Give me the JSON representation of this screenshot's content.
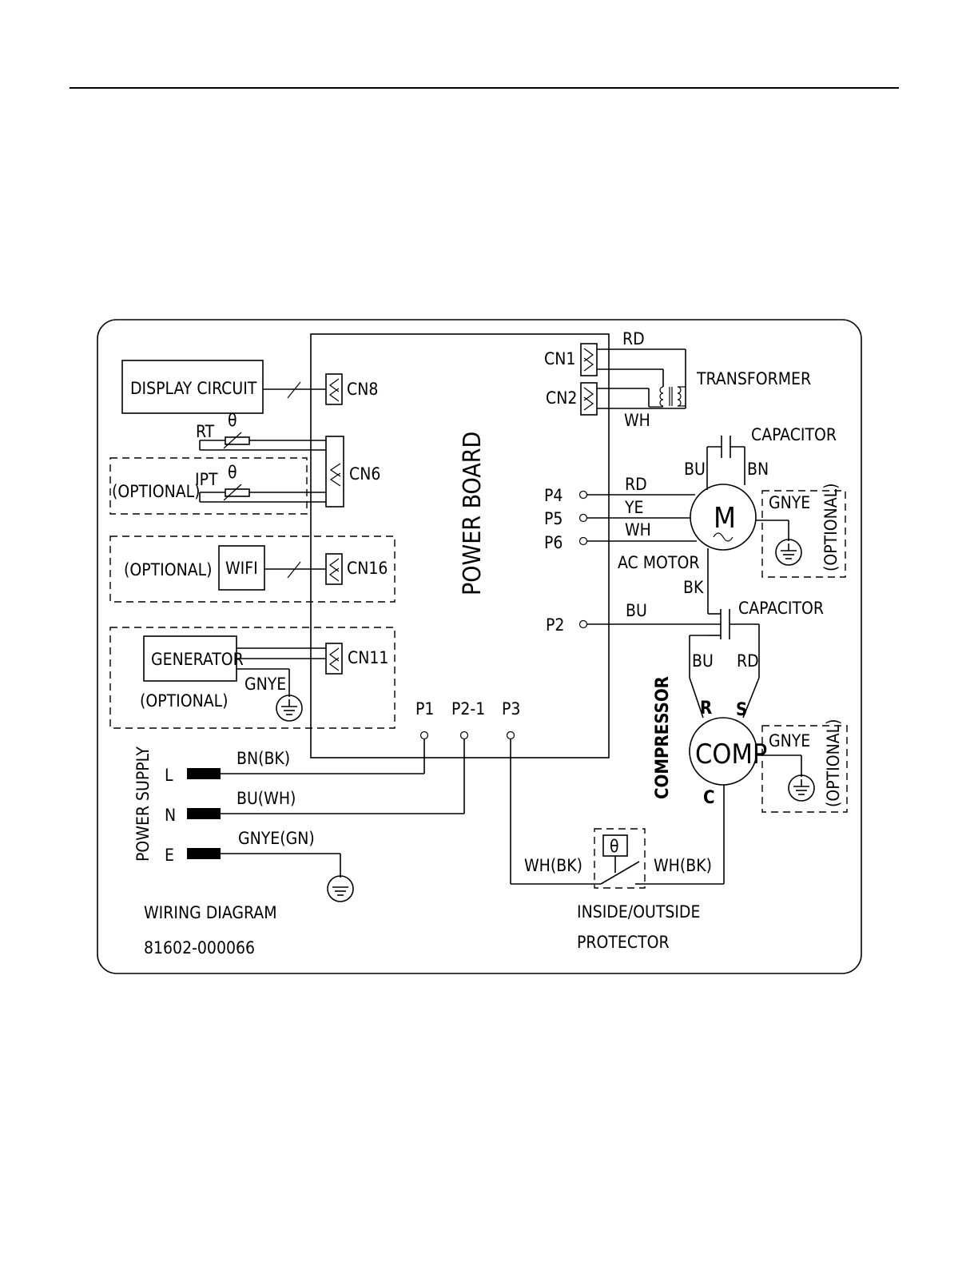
{
  "labels": {
    "display_circuit": "DISPLAY CIRCUIT",
    "cn8": "CN8",
    "rt": "RT",
    "theta": "θ",
    "ipt": "IPT",
    "cn6": "CN6",
    "optional_paren": "(OPTIONAL)",
    "wifi": "WIFI",
    "cn16": "CN16",
    "generator": "GENERATOR",
    "cn11": "CN11",
    "gnye": "GNYE",
    "power_board": "POWER BOARD",
    "cn1": "CN1",
    "cn2": "CN2",
    "rd": "RD",
    "wh": "WH",
    "transformer": "TRANSFORMER",
    "capacitor": "CAPACITOR",
    "bu": "BU",
    "bn": "BN",
    "p4": "P4",
    "p5": "P5",
    "p6": "P6",
    "ye": "YE",
    "m": "M",
    "optional_bracket": "(OPTIONAL)",
    "ac_motor": "AC MOTOR",
    "bk": "BK",
    "p2": "P2",
    "compressor": "COMPRESSOR",
    "r": "R",
    "s": "S",
    "comp": "COMP",
    "c": "C",
    "p1": "P1",
    "p2_1": "P2-1",
    "p3": "P3",
    "power_supply": "POWER SUPPLY",
    "l": "L",
    "n": "N",
    "e": "E",
    "bn_bk": "BN(BK)",
    "bu_wh": "BU(WH)",
    "gnye_gn": "GNYE(GN)",
    "wh_bk": "WH(BK)",
    "protector_line1": "INSIDE/OUTSIDE",
    "protector_line2": "PROTECTOR",
    "wiring_diagram": "WIRING DIAGRAM",
    "part_number": "81602-000066"
  }
}
